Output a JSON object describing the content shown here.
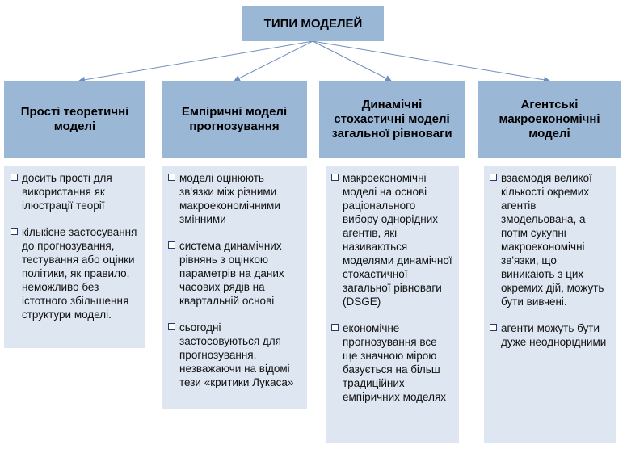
{
  "root": {
    "title": "ТИПИ МОДЕЛЕЙ"
  },
  "categories": [
    {
      "title": "Прості теоретичні моделі",
      "bullets": [
        "досить прості для використання як ілюстрації теорії",
        "кількісне застосування до прогнозування, тестування або оцінки політики, як правило, неможливо без істотного збільшення структури моделі."
      ]
    },
    {
      "title": "Емпіричні моделі прогнозування",
      "bullets": [
        "моделі оцінюють зв'язки між різними макроекономічними змінними",
        "система динамічних рівнянь з оцінкою параметрів на даних часових рядів на квартальній основі",
        "сьогодні застосовуються для прогнозування, незважаючи на відомі тези «критики Лукаса»"
      ]
    },
    {
      "title": "Динамічні стохастичні моделі загальної рівноваги",
      "bullets": [
        "макроекономічні моделі на основі раціонального вибору однорідних агентів, які називаються моделями динамічної стохастичної загальної рівноваги (DSGE)",
        "економічне прогнозування все ще значною мірою базується на більш традиційних емпіричних моделях"
      ]
    },
    {
      "title": "Агентські макроекономічні моделі",
      "bullets": [
        "взаємодія великої кількості окремих агентів змодельована, а потім сукупні макроекономічні зв'язки, що виникають з цих окремих дій, можуть бути вивчені.",
        "агенти можуть бути дуже неоднорідними"
      ]
    }
  ],
  "colors": {
    "header_fill": "#9bb7d6",
    "detail_fill": "#dde6f1",
    "connector": "#6f8fbf"
  }
}
